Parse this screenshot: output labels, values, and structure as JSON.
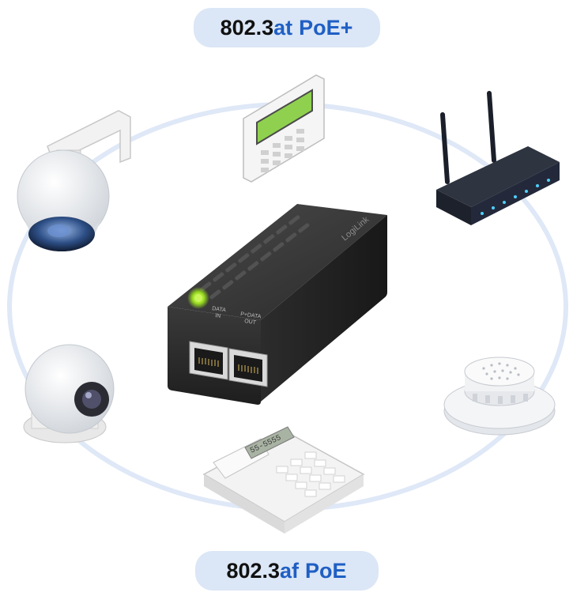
{
  "top_badge": {
    "number": "802.3",
    "standard": "at",
    "suffix": "PoE+"
  },
  "bottom_badge": {
    "number": "802.3",
    "standard": "af",
    "suffix": "PoE"
  },
  "injector": {
    "brand": "LogiLink",
    "port_in_label": "DATA\nIN",
    "port_out_label": "P+DATA\nOUT",
    "led_color": "#9be01f"
  },
  "phone_display": "55-5555",
  "colors": {
    "ring": "#dfe8f7",
    "badge_bg": "#dbe6f6",
    "accent_blue": "#1f5fc4",
    "text_dark": "#111111"
  },
  "icons": [
    "dome-camera-icon",
    "access-panel-icon",
    "wifi-router-icon",
    "pt-camera-icon",
    "desk-phone-icon",
    "smoke-detector-icon",
    "poe-injector-icon"
  ]
}
